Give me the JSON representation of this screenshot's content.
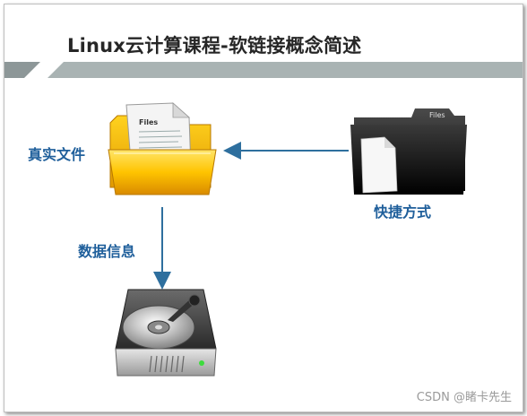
{
  "slide": {
    "title": "Linux云计算课程-软链接概念简述"
  },
  "nodes": {
    "real_file_label": "真实文件",
    "shortcut_label": "快捷方式",
    "data_info_label": "数据信息"
  },
  "icons": {
    "folder_doc_label": "Files",
    "black_folder_label": "Files"
  },
  "watermark": "CSDN @睹卡先生",
  "colors": {
    "title_band": "#a9b3b3",
    "accent_blue": "#1f5f9b",
    "arrow": "#2e6f9e"
  }
}
